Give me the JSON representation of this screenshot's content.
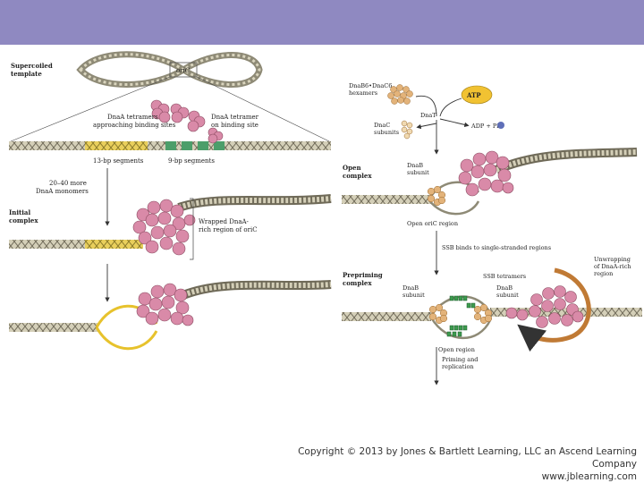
{
  "labels": {
    "supercoiled_template": [
      "Supercoiled",
      "template"
    ],
    "oric": "oriC",
    "dnaa_approaching": [
      "DnaA tetramers",
      "approaching binding sites"
    ],
    "dnaa_on_site": [
      "DnaA tetramer",
      "on binding site"
    ],
    "seg13": "13-bp segments",
    "seg9": "9-bp segments",
    "monomers": [
      "20–40 more",
      "DnaA monomers"
    ],
    "initial_complex": [
      "Initial",
      "complex"
    ],
    "wrapped": [
      "Wrapped DnaA-",
      "rich region of oriC"
    ],
    "hexamers": [
      "DnaB6•DnaC6",
      "hexamers"
    ],
    "atp": "ATP",
    "dnat": "DnaT",
    "adp": "ADP + Pi",
    "dnac_subunits": [
      "DnaC",
      "subunits"
    ],
    "open_complex": [
      "Open",
      "complex"
    ],
    "dnab_subunit": [
      "DnaB",
      "subunit"
    ],
    "open_oric_region": "Open oriC region",
    "ssb_binds": "SSB binds to single-stranded regions",
    "prepriming_complex": [
      "Prepriming",
      "complex"
    ],
    "ssb_tetramers": "SSB tetramers",
    "dnab_left": [
      "DnaB",
      "subunit"
    ],
    "dnab_right": [
      "DnaB",
      "subunit"
    ],
    "unwrapping": [
      "Unwrapping",
      "of DnaA-rich",
      "region"
    ],
    "open_region": "Open region",
    "priming": [
      "Priming and",
      "replication"
    ]
  },
  "copyright": {
    "line1": "Copyright © 2013 by Jones & Bartlett Learning, LLC an Ascend Learning Company",
    "line2": "www.jblearning.com"
  },
  "colors": {
    "banner": "#8f89c1",
    "dna": "#c9c2a8",
    "dnaa": "#d98aa8",
    "dnab": "#e3b37a",
    "ssb": "#3d9a4e",
    "atp": "#f1c232",
    "bubble": "#e7c22c"
  }
}
